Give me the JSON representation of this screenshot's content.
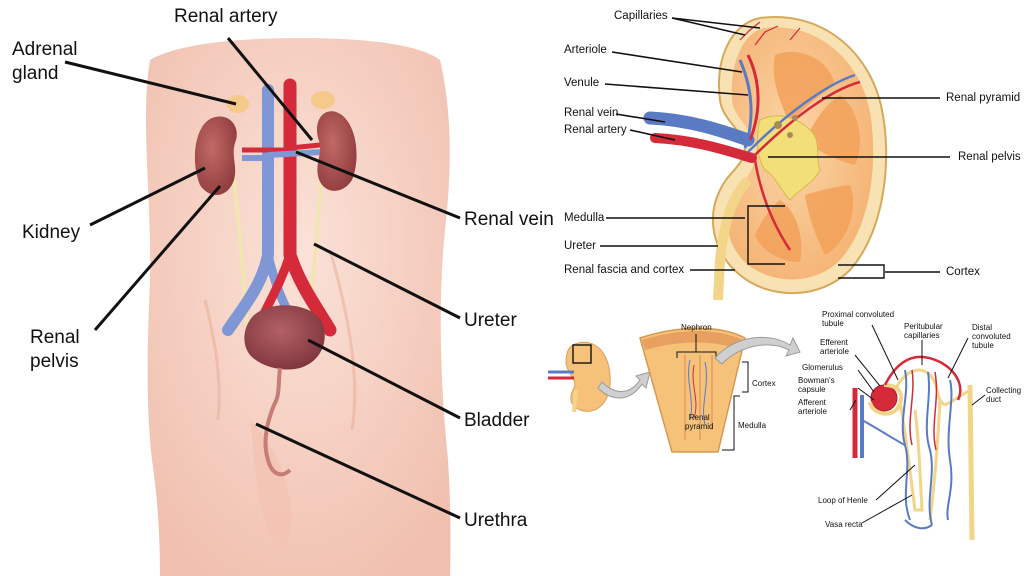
{
  "colors": {
    "skin": "#f7d3c6",
    "artery": "#d42a3a",
    "vein": "#5a7bc4",
    "kidney": "#a24a4a",
    "cortex": "#f6b777",
    "pyramid": "#f08a3a",
    "pelvis": "#f3df7a",
    "bladder": "#93434a"
  },
  "body_labels": {
    "renal_artery": "Renal artery",
    "adrenal_gland": "Adrenal\ngland",
    "kidney": "Kidney",
    "renal_pelvis": "Renal\npelvis",
    "renal_vein": "Renal vein",
    "ureter": "Ureter",
    "bladder": "Bladder",
    "urethra": "Urethra"
  },
  "kidney_labels": {
    "capillaries": "Capillaries",
    "arteriole": "Arteriole",
    "venule": "Venule",
    "renal_vein": "Renal vein",
    "renal_artery": "Renal artery",
    "renal_pyramid": "Renal pyramid",
    "renal_pelvis": "Renal pelvis",
    "medulla": "Medulla",
    "ureter": "Ureter",
    "renal_fascia_cortex": "Renal fascia and cortex",
    "cortex": "Cortex"
  },
  "nephron_labels": {
    "nephron": "Nephron",
    "cortex": "Cortex",
    "renal_pyramid": "Renal\npyramid",
    "medulla": "Medulla",
    "proximal_tubule": "Proximal convoluted\ntubule",
    "efferent_arteriole": "Efferent\narteriole",
    "peritubular_capillaries": "Peritubular\ncapillaries",
    "distal_tubule": "Distal\nconvoluted\ntubule",
    "glomerulus": "Glomerulus",
    "bowmans_capsule": "Bowman's\ncapsule",
    "afferent_arteriole": "Afferent\narteriole",
    "collecting_duct": "Collecting\nduct",
    "loop_of_henle": "Loop of Henle",
    "vasa_recta": "Vasa recta"
  }
}
